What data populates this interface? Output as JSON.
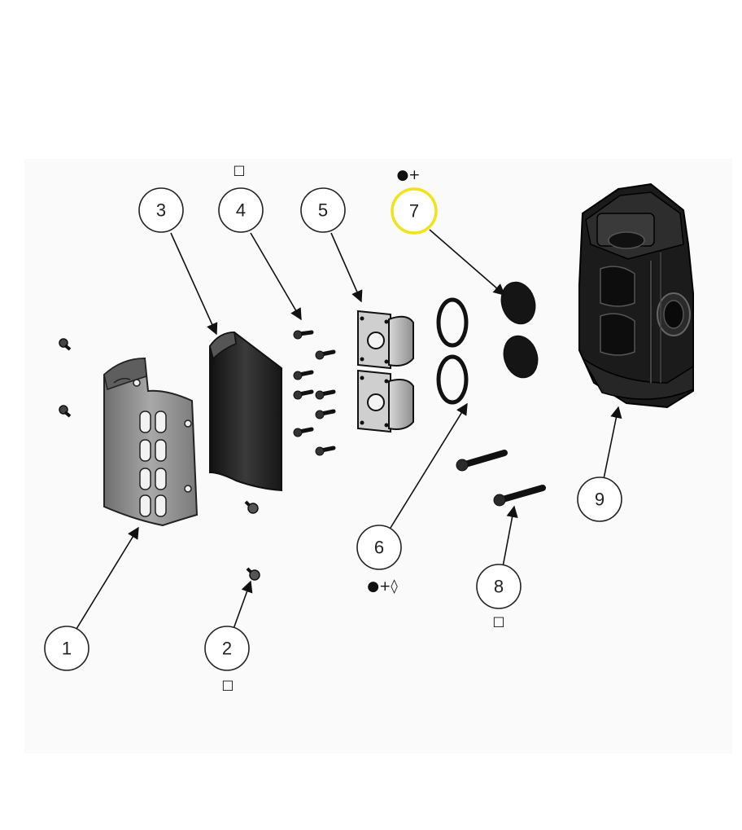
{
  "callouts": [
    {
      "id": "1",
      "label": "1",
      "highlighted": false
    },
    {
      "id": "2",
      "label": "2",
      "highlighted": false
    },
    {
      "id": "3",
      "label": "3",
      "highlighted": false
    },
    {
      "id": "4",
      "label": "4",
      "highlighted": false
    },
    {
      "id": "5",
      "label": "5",
      "highlighted": false
    },
    {
      "id": "6",
      "label": "6",
      "highlighted": false
    },
    {
      "id": "7",
      "label": "7",
      "highlighted": true
    },
    {
      "id": "8",
      "label": "8",
      "highlighted": false
    },
    {
      "id": "9",
      "label": "9",
      "highlighted": false
    }
  ],
  "marks": {
    "m4": "☐",
    "m7": "●+",
    "m6": "●+◊",
    "m8": "☐",
    "m2": "☐"
  },
  "colors": {
    "highlight": "#f2e21a",
    "part_dark": "#1c1c1c",
    "part_grey": "#8a8a8a",
    "line": "#111111"
  }
}
